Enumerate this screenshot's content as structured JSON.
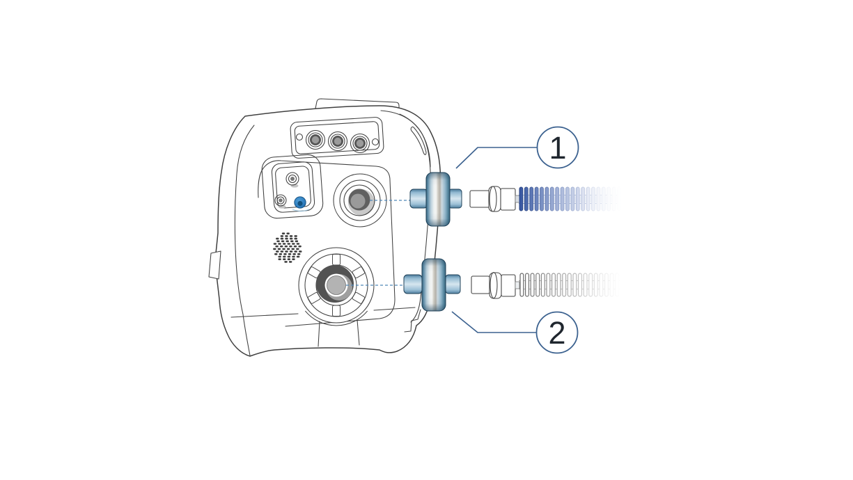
{
  "diagram": {
    "description": "ventilator-with-two-breathing-circuit-filters",
    "callouts": [
      {
        "label": "1"
      },
      {
        "label": "2"
      }
    ],
    "colors": {
      "background": "#ffffff",
      "line_art": "#3f3f3f",
      "callout_stroke": "#3b618f",
      "callout_digit": "#1f262e",
      "dashed_line": "#4f86b8",
      "filter_dark": "#2e5c74",
      "filter_light": "#d6e6ef",
      "tube_blue": "#33539f",
      "tube_gray": "#8a8a8a",
      "button_blue": "#2f7fc1",
      "port_dark_gray": "#535353",
      "port_mid_gray": "#9f9f9f"
    }
  }
}
